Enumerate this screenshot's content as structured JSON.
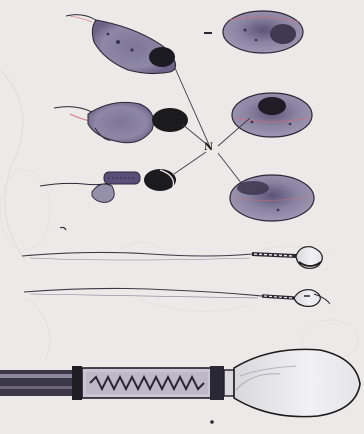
{
  "figure": {
    "label_n": "N",
    "colors": {
      "paper": "#eceae9",
      "ink": "#1b1a1c",
      "ink_mid": "#3d3a48",
      "stain_purple": "#5a4f78",
      "stain_red": "#d46a7a",
      "cell_fill": "#8c86a6"
    },
    "icons": [
      "spermatid-early",
      "spermatid-mid",
      "spermatid-late",
      "round-spermatid-nucleus",
      "elongating-spermatid",
      "mature-spermatozoon",
      "enlarged-sperm-midpiece"
    ]
  }
}
